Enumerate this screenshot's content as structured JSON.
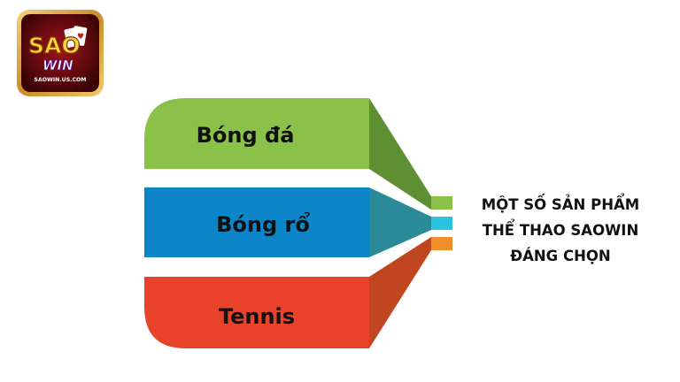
{
  "logo": {
    "wordmark_top": "SAO",
    "wordmark_bottom": "WIN",
    "site": "SAOWIN.US.COM"
  },
  "items": [
    {
      "label": "Bóng đá",
      "color": "#8ac149",
      "shade": "#5f8f33",
      "stripe": "#8ac149"
    },
    {
      "label": "Bóng rổ",
      "color": "#0d85c9",
      "shade": "#2a8a98",
      "stripe": "#2bc3e0"
    },
    {
      "label": "Tennis",
      "color": "#e8432a",
      "shade": "#c0461f",
      "stripe": "#f08f2a"
    }
  ],
  "caption": {
    "line1": "MỘT SỐ SẢN PHẨM",
    "line2": "THỂ THAO SAOWIN",
    "line3": "ĐÁNG CHỌN"
  }
}
